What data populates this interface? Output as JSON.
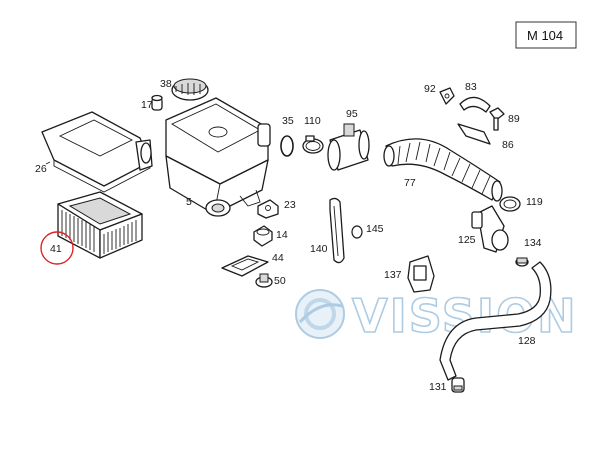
{
  "diagram": {
    "model_label": "M 104",
    "highlighted_part": "41",
    "highlight_color": "#e02020",
    "watermark_text": "VISSION",
    "watermark_color": "#9fc3df",
    "part_numbers": [
      "26",
      "41",
      "38",
      "17",
      "5",
      "35",
      "110",
      "95",
      "23",
      "14",
      "44",
      "50",
      "140",
      "145",
      "92",
      "83",
      "89",
      "86",
      "77",
      "119",
      "125",
      "134",
      "137",
      "128",
      "131"
    ]
  }
}
